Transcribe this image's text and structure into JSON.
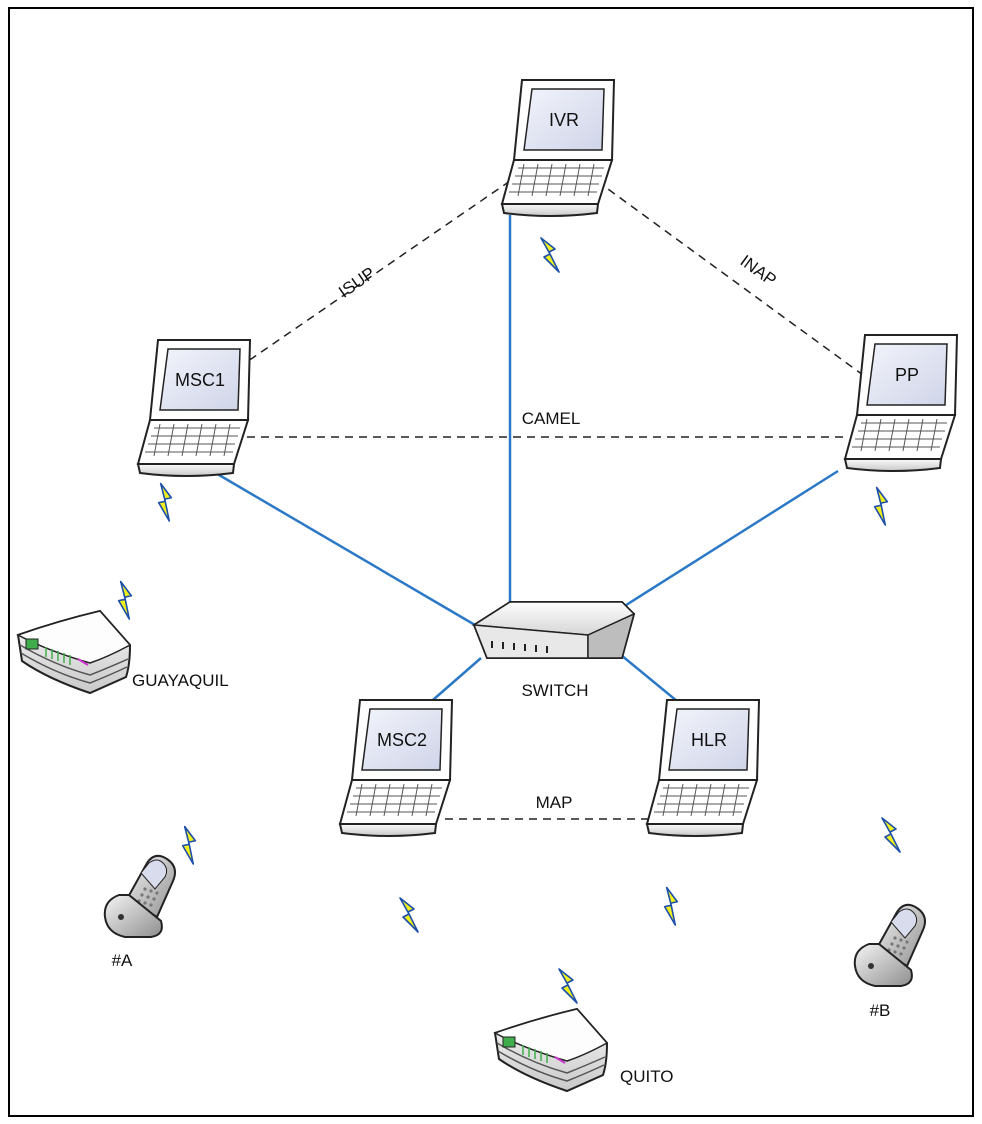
{
  "nodes": {
    "ivr": {
      "label": "IVR"
    },
    "msc1": {
      "label": "MSC1"
    },
    "pp": {
      "label": "PP"
    },
    "msc2": {
      "label": "MSC2"
    },
    "hlr": {
      "label": "HLR"
    },
    "switch": {
      "label": "SWITCH"
    },
    "guayaquil": {
      "label": "GUAYAQUIL"
    },
    "quito": {
      "label": "QUITO"
    },
    "phone_a": {
      "label": "#A"
    },
    "phone_b": {
      "label": "#B"
    }
  },
  "links": {
    "isup": {
      "label": "ISUP"
    },
    "inap": {
      "label": "INAP"
    },
    "camel": {
      "label": "CAMEL"
    },
    "map": {
      "label": "MAP"
    }
  },
  "colors": {
    "network_link": "#2b79c6",
    "signaling_link": "#222222",
    "bolt_fill": "#f2f01c",
    "bolt_stroke": "#1c4fa8"
  }
}
